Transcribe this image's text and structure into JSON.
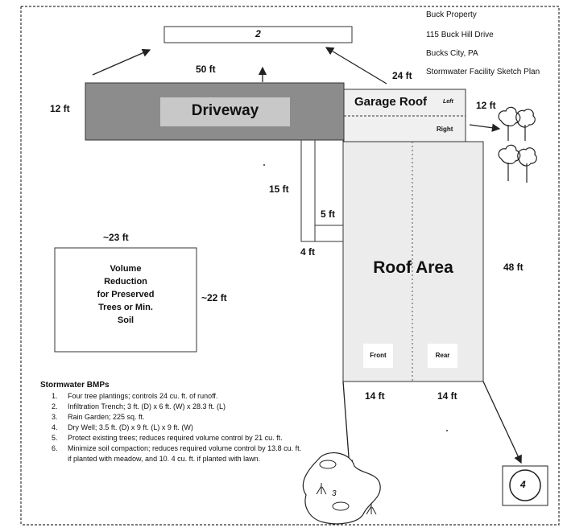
{
  "header": {
    "line1": "Buck Property",
    "line2": "115 Buck Hill Drive",
    "line3": "Bucks City, PA",
    "line4": "Stormwater Facility Sketch Plan"
  },
  "labels": {
    "box2": "2",
    "driveway": "Driveway",
    "garage_roof": "Garage Roof",
    "garage_left": "Left",
    "garage_right": "Right",
    "roof_area": "Roof Area",
    "roof_front": "Front",
    "roof_rear": "Rear",
    "rain_garden": "3",
    "dry_well": "4",
    "volume_box": [
      "Volume",
      "Reduction",
      "for Preserved",
      "Trees or Min.",
      "Soil"
    ]
  },
  "dimensions": {
    "driveway_width": "50 ft",
    "driveway_depth": "12 ft",
    "garage_width": "24 ft",
    "garage_depth": "12 ft",
    "walk_length": "15 ft",
    "walk_end": "5 ft",
    "walk_width": "4 ft",
    "roof_depth": "48 ft",
    "roof_front_width": "14 ft",
    "roof_rear_width": "14 ft",
    "volume_width": "~23 ft",
    "volume_height": "~22 ft"
  },
  "bmps": {
    "title": "Stormwater BMPs",
    "items": [
      {
        "num": "1.",
        "text": "Four tree plantings; controls 24 cu. ft. of runoff."
      },
      {
        "num": "2.",
        "text": "Infiltration Trench; 3 ft. (D) x 6 ft. (W) x 28.3 ft. (L)"
      },
      {
        "num": "3.",
        "text": "Rain Garden; 225 sq. ft."
      },
      {
        "num": "4.",
        "text": "Dry Well; 3.5 ft. (D) x 9 ft. (L) x 9 ft. (W)"
      },
      {
        "num": "5.",
        "text": "Protect existing trees; reduces required volume control by 21 cu. ft."
      },
      {
        "num": "6.",
        "text": "Minimize soil compaction; reduces required volume control by 13.8 cu. ft. if planted with meadow, and 10. 4 cu. ft. if planted with lawn."
      }
    ]
  },
  "colors": {
    "driveway_fill": "#8c8c8c",
    "driveway_label_bg": "#c8c8c8",
    "roof_fill": "#ececec",
    "garage_fill": "#f0f0f0"
  },
  "icons": [
    "tree-icon",
    "rain-garden-plant-icon",
    "dry-well-icon"
  ]
}
